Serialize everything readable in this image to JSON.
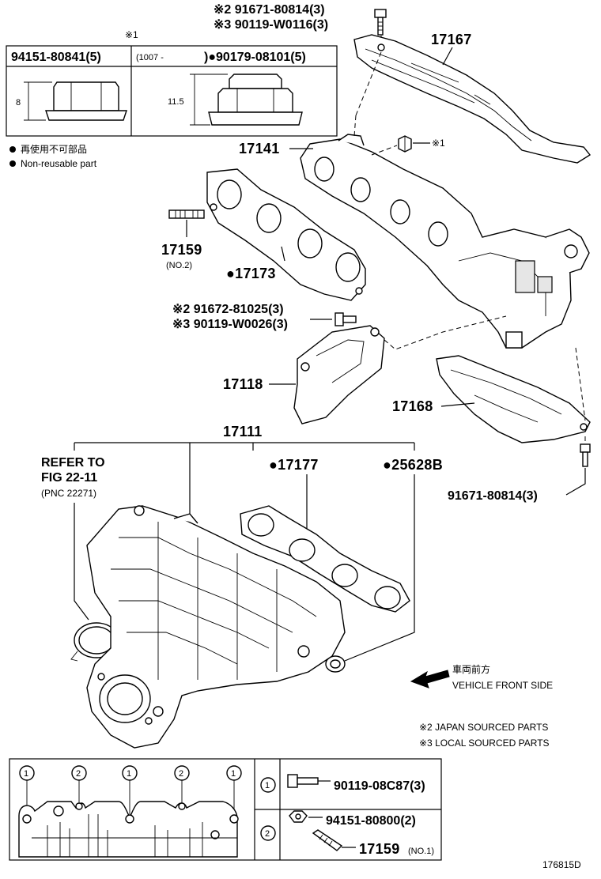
{
  "top_bolt": {
    "line1": "※2 91671-80814(3)",
    "line2": "※3 90119-W0116(3)"
  },
  "nut_table": {
    "note": "※1",
    "col1_header": "94151-80841(5)",
    "col2_header_date": "(1007 -",
    "col2_header_part": ")●90179-08101(5)",
    "dim1": "8",
    "dim2": "11.5"
  },
  "legend_nonreusable": {
    "jp": "再使用不可部品",
    "en": "Non-reusable part"
  },
  "labels": {
    "p17167": "17167",
    "p17141": "17141",
    "nut_note": "※1",
    "p17159": "17159",
    "p17159_sub": "(NO.2)",
    "p17173": "●17173",
    "bolt2_line1": "※2 91672-81025(3)",
    "bolt2_line2": "※3 90119-W0026(3)",
    "p17118": "17118",
    "p17168": "17168",
    "p17111": "17111",
    "refer1": "REFER TO",
    "refer2": "FIG 22-11",
    "refer3": "(PNC 22271)",
    "p17177": "●17177",
    "p25628B": "●25628B",
    "p91671": "91671-80814(3)",
    "front_jp": "車両前方",
    "front_en": "VEHICLE FRONT SIDE",
    "note2": "※2 JAPAN SOURCED PARTS",
    "note3": "※3 LOCAL SOURCED PARTS"
  },
  "bottom_box": {
    "markers": [
      "1",
      "2",
      "1",
      "2",
      "1"
    ],
    "row1_marker": "1",
    "row1_part": "90119-08C87(3)",
    "row2_marker": "2",
    "row2_part1": "94151-80800(2)",
    "row2_part2": "17159",
    "row2_part2_sub": "(NO.1)"
  },
  "figure_id": "176815D"
}
